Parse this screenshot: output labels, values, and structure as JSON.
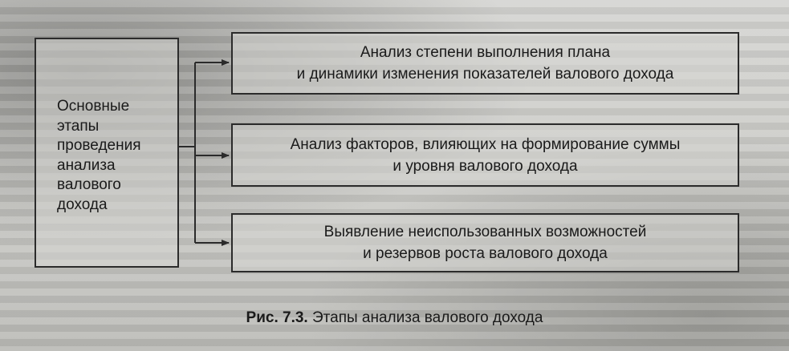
{
  "diagram": {
    "left_box": {
      "text": "Основные\nэтапы\nпроведения\nанализа\nвалового\nдохода"
    },
    "right_boxes": [
      {
        "text": "Анализ степени выполнения плана\nи динамики изменения показателей валового дохода"
      },
      {
        "text": "Анализ факторов, влияющих на формирование суммы\nи уровня валового дохода"
      },
      {
        "text": "Выявление неиспользованных возможностей\nи резервов роста валового дохода"
      }
    ],
    "caption": {
      "number": "Рис. 7.3.",
      "title": "Этапы анализа валового дохода"
    }
  }
}
